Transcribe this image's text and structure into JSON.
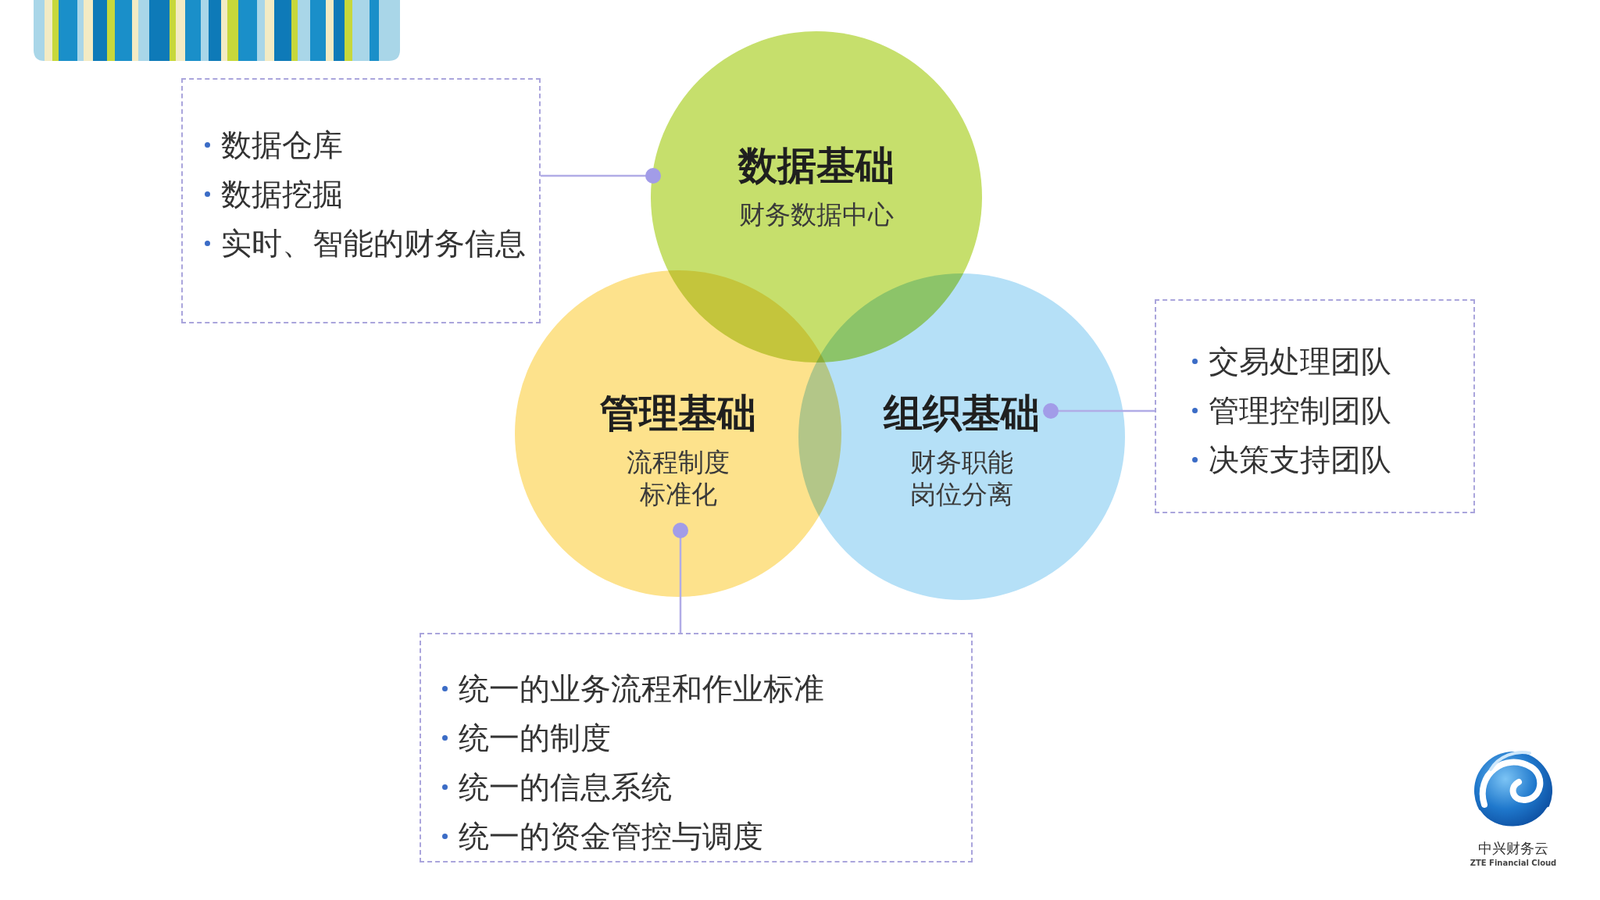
{
  "diagram": {
    "nodes": [
      {
        "text": [
          "数据仓库",
          "数据挖掘",
          "实时、智能的财务信息"
        ]
      },
      {
        "text": [
          "数据基础",
          "财务数据中心"
        ]
      },
      {
        "text": [
          "管理基础",
          "流程制度 标准化"
        ]
      },
      {
        "text": [
          "组织基础",
          "财务职能 岗位分离"
        ]
      },
      {
        "text": [
          "交易处理团队",
          "管理控制团队",
          "决策支持团队"
        ]
      },
      {
        "text": [
          "统一的业务流程和作业标准",
          "统一的制度",
          "统一的信息系统",
          "统一的资金管控与调度"
        ]
      }
    ],
    "edges": [
      {
        "from": 0,
        "to": 1,
        "arrow": "none"
      },
      {
        "from": 3,
        "to": 4,
        "arrow": "none"
      },
      {
        "from": 2,
        "to": 5,
        "arrow": "none"
      }
    ],
    "labels": [
      "中兴财务云",
      "ZTE Financial Cloud"
    ]
  }
}
